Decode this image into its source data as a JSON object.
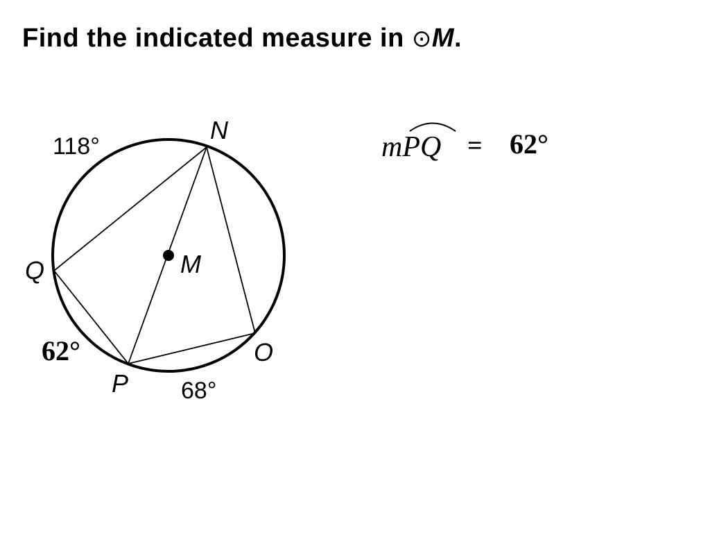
{
  "problem": {
    "title_text": "Find the indicated measure in",
    "circle_symbol": "⊙",
    "circle_name": "M",
    "title_period": "."
  },
  "diagram": {
    "points": {
      "N": "N",
      "Q": "Q",
      "P": "P",
      "O": "O",
      "M": "M"
    },
    "arc_labels": {
      "QN": "118°",
      "PQ": "62°",
      "PO": "68°"
    }
  },
  "answer": {
    "arc_prefix": "m",
    "arc_name": "PQ",
    "equals": "=",
    "value": "62°"
  }
}
